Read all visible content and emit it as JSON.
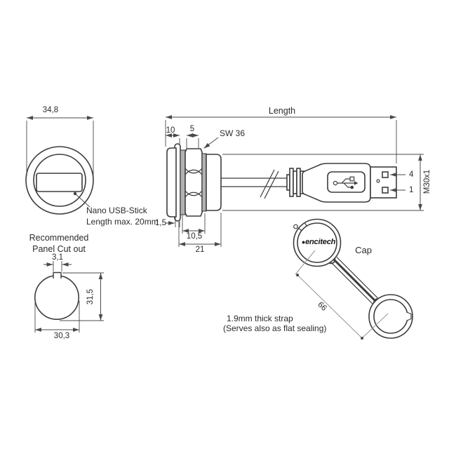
{
  "front_view": {
    "dim_diameter": "34,8",
    "note_line1": "Nano USB-Stick",
    "note_line2": "Length max. 20mm"
  },
  "side_view": {
    "length_label": "Length",
    "dim_10": "10",
    "dim_5": "5",
    "wrench_label": "SW 36",
    "dim_1_5": "1,5",
    "dim_10_5": "10,5",
    "dim_21": "21",
    "thread_label": "M30x1",
    "pin_top": "4",
    "pin_bottom": "1"
  },
  "panel_cutout": {
    "title_line1": "Recommended",
    "title_line2": "Panel Cut out",
    "dim_3_1": "3,1",
    "dim_31_5": "31,5",
    "dim_30_3": "30,3"
  },
  "cap": {
    "label": "Cap",
    "brand": "encitech",
    "brand_bullet": "●",
    "dim_66": "66",
    "note_line1": "1.9mm thick strap",
    "note_line2": "(Serves also as flat sealing)"
  },
  "colors": {
    "outline": "#3c3c3c",
    "dimension": "#4a4a4a",
    "light_dimension": "#9b9b9b",
    "gray_fill": "#b2b2b2",
    "background": "#ffffff"
  }
}
